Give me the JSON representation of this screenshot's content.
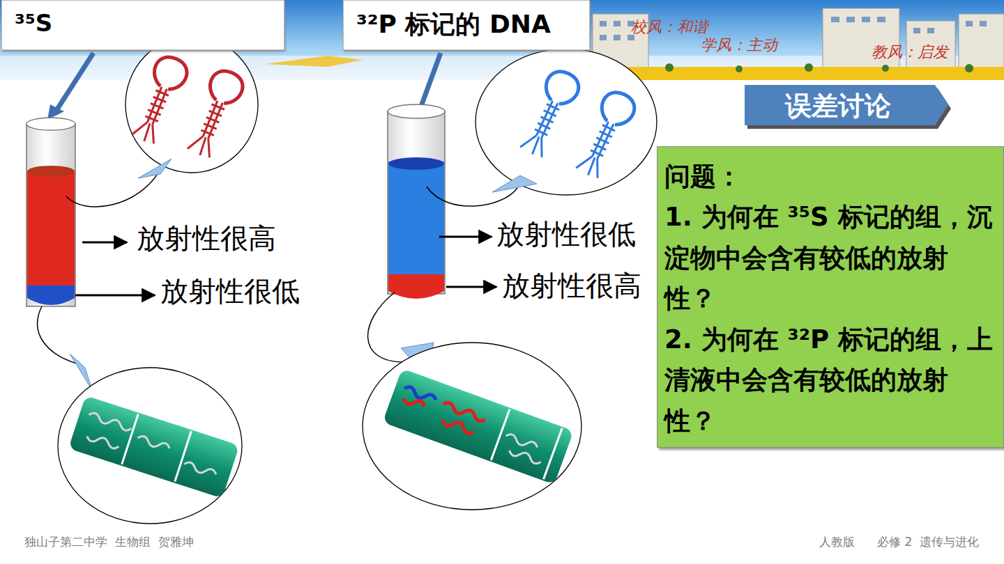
{
  "diagram": {
    "nodes": [
      {
        "text": [
          "³⁵S"
        ]
      },
      {
        "text": [
          "³²P 标记的 DNA"
        ]
      },
      {
        "text": [
          "误差讨论"
        ]
      },
      {
        "text": [
          "问题：",
          "1. 为何在 ³⁵S 标记的组，沉淀物中会含有较低的放射性？",
          "2. 为何在 ³²P 标记的组，上清液中会含有较低的放射性？"
        ]
      }
    ],
    "labels": [
      "校风：和谐",
      "学风：主动",
      "教风：启发",
      "放射性很高",
      "放射性很低",
      "放射性很低",
      "放射性很高",
      "独山子第二中学  生物组  贺雅坤",
      "人教版",
      "必修 2  遗传与进化"
    ]
  }
}
